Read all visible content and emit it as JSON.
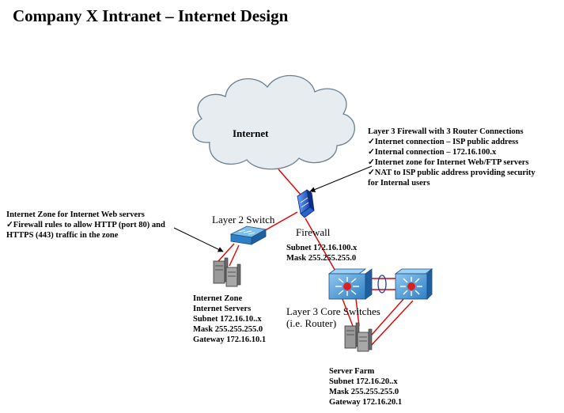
{
  "title": "Company X Intranet  – Internet Design",
  "labels": {
    "internet": "Internet",
    "layer2_switch": "Layer 2 Switch",
    "firewall": "Firewall",
    "core_switches_line1": "Layer 3 Core Switches",
    "core_switches_line2": "(i.e. Router)"
  },
  "firewall_subnet": [
    "Subnet 172.16.100.x",
    "Mask 255.255.255.0"
  ],
  "firewall_note": [
    "Layer 3 Firewall with 3 Router Connections",
    "✓Internet connection – ISP public address",
    "✓Internal connection – 172.16.100.x",
    "✓Internet zone for Internet Web/FTP servers",
    "✓NAT to ISP public address providing security",
    "for Internal users"
  ],
  "zone_note": [
    "Internet Zone for Internet Web servers",
    "✓Firewall rules to allow HTTP (port 80) and",
    "HTTPS (443) traffic in the zone"
  ],
  "internet_zone_info": [
    "Internet Zone",
    "Internet Servers",
    "Subnet 172.16.10..x",
    "Mask 255.255.255.0",
    "Gateway 172.16.10.1"
  ],
  "server_farm_info": [
    "Server Farm",
    "Subnet 172.16.20..x",
    "Mask 255.255.255.0",
    "Gateway 172.16.20.1"
  ],
  "colors": {
    "link": "#e00000",
    "cloud_fill": "#e6ecf0",
    "cloud_stroke": "#6a7f8f",
    "device_blue": "#1f5fc8",
    "switch_cyan": "#46a8de",
    "server_gray": "#9a9a9a"
  },
  "icons": [
    "cloud-icon",
    "firewall-icon",
    "switch-icon",
    "core-switch-icon",
    "server-icon",
    "arrow-icon"
  ]
}
